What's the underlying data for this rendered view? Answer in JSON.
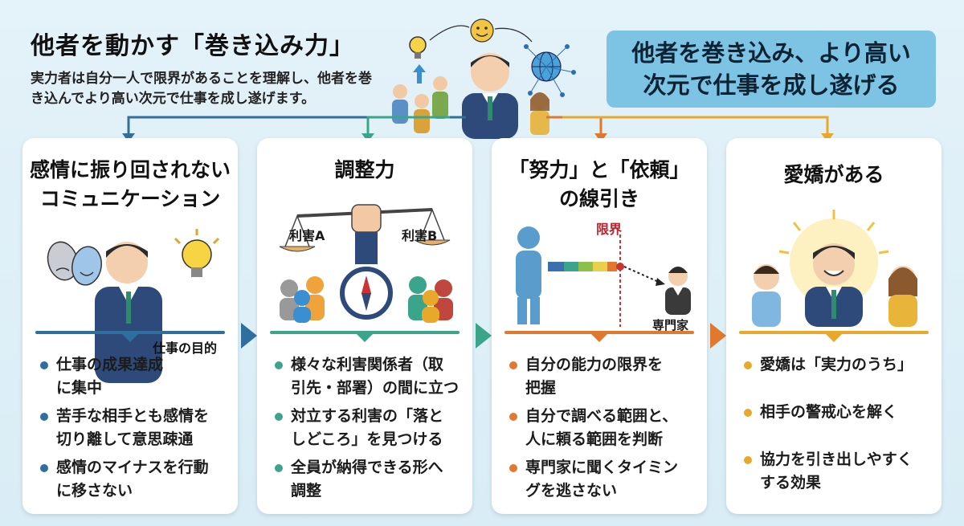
{
  "header": {
    "title": "他者を動かす「巻き込み力」",
    "intro": "実力者は自分一人で限界があることを理解し、他者を巻き込んでより高い次元で仕事を成し遂げます。",
    "tagline_line1": "他者を巻き込み、より高い",
    "tagline_line2": "次元で仕事を成し遂げる"
  },
  "colors": {
    "card1": "#2f6f9e",
    "card2": "#3aa58a",
    "card3": "#e0782e",
    "card4": "#e8a92a",
    "tagline_bg": "#7cc3e4"
  },
  "cards": [
    {
      "title_line1": "感情に振り回されない",
      "title_line2": "コミュニケーション",
      "illus_label": "仕事の目的",
      "bullets": [
        [
          "仕事の成果達成",
          "に集中"
        ],
        [
          "苦手な相手とも感情を",
          "切り離して意思疎通"
        ],
        [
          "感情のマイナスを行動",
          "に移さない"
        ]
      ]
    },
    {
      "title_line1": "調整力",
      "title_line2": "",
      "illus_label_a": "利害A",
      "illus_label_b": "利害B",
      "bullets": [
        [
          "様々な利害関係者（取",
          "引先・部署）の間に立つ"
        ],
        [
          "対立する利害の「落と",
          "しどころ」を見つける"
        ],
        [
          "全員が納得できる形へ",
          "調整"
        ]
      ]
    },
    {
      "title_line1": "「努力」と「依頼」",
      "title_line2": "の線引き",
      "illus_label_limit": "限界",
      "illus_label_expert": "専門家",
      "bullets": [
        [
          "自分の能力の限界を",
          "把握"
        ],
        [
          "自分で調べる範囲と、",
          "人に頼る範囲を判断"
        ],
        [
          "専門家に聞くタイミン",
          "グを逃さない"
        ]
      ]
    },
    {
      "title_line1": "愛嬌がある",
      "title_line2": "",
      "bullets": [
        [
          "愛嬌は「実力のうち」",
          ""
        ],
        [
          "相手の警戒心を解く",
          ""
        ],
        [
          "協力を引き出しやすく",
          "する効果"
        ]
      ]
    }
  ]
}
